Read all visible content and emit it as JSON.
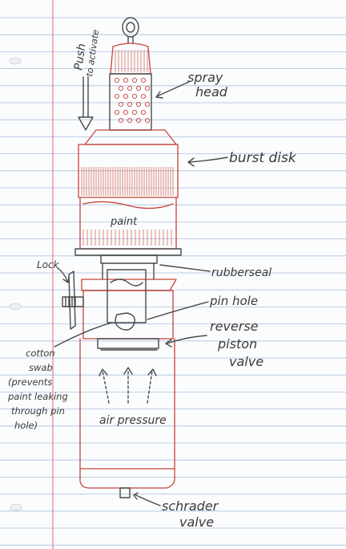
{
  "labels": {
    "push": "Push",
    "to_activate": "to activate",
    "spray_head_1": "spray",
    "spray_head_2": "head",
    "burst_disk": "burst disk",
    "paint": "paint",
    "lock": "Lock",
    "rubber_seal": "rubberseal",
    "pin_hole": "pin hole",
    "reverse_piston_valve_1": "reverse",
    "reverse_piston_valve_2": "piston",
    "reverse_piston_valve_3": "valve",
    "cotton_swab_lines": [
      "cotton",
      "swab",
      "(prevents",
      "paint leaking",
      "through pin",
      "hole)"
    ],
    "air_pressure": "air pressure",
    "schrader_valve_1": "schrader",
    "schrader_valve_2": "valve"
  },
  "colors": {
    "paper": "#fbfcfd",
    "ruled_line": "#a9bfe0",
    "margin_line": "#e06a6a",
    "pencil": "#4a4a4a",
    "red_pencil": "#c8423a"
  }
}
